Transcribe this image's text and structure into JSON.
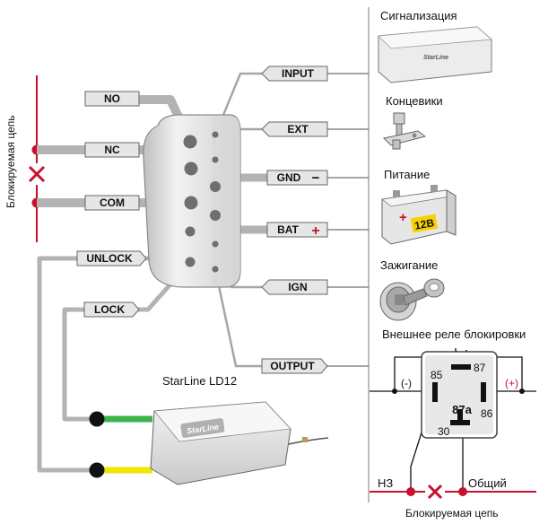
{
  "left_circuit_label": "Блокируемая цепь",
  "bottom_circuit_label": "Блокируемая цепь",
  "left_tags": [
    {
      "id": "no",
      "label": "NO"
    },
    {
      "id": "nc",
      "label": "NC"
    },
    {
      "id": "com",
      "label": "COM"
    },
    {
      "id": "unlock",
      "label": "UNLOCK"
    },
    {
      "id": "lock",
      "label": "LOCK"
    }
  ],
  "right_tags": [
    {
      "id": "input",
      "label": "INPUT",
      "sign": ""
    },
    {
      "id": "ext",
      "label": "EXT",
      "sign": ""
    },
    {
      "id": "gnd",
      "label": "GND",
      "sign": "−"
    },
    {
      "id": "bat",
      "label": "BAT",
      "sign": "+"
    },
    {
      "id": "ign",
      "label": "IGN",
      "sign": ""
    },
    {
      "id": "output",
      "label": "OUTPUT",
      "sign": ""
    }
  ],
  "devices": [
    {
      "id": "alarm",
      "caption": "Сигнализация",
      "logo": "StarLine"
    },
    {
      "id": "switches",
      "caption": "Концевики"
    },
    {
      "id": "power",
      "caption": "Питание",
      "battery_label": "12В",
      "battery_plus": "+"
    },
    {
      "id": "ignition",
      "caption": "Зажигание"
    },
    {
      "id": "relay",
      "caption": "Внешнее реле блокировки"
    }
  ],
  "ld12": {
    "caption": "StarLine LD12",
    "logo": "StarLine"
  },
  "relay": {
    "pins": {
      "p85": "85",
      "p87": "87",
      "p87a": "87a",
      "p86": "86",
      "p30": "30"
    },
    "minus": "(-)",
    "plus": "(+)",
    "nc_label": "НЗ",
    "common_label": "Общий"
  },
  "colors": {
    "wire_gray": "#b3b3b3",
    "bracket_gray": "#999999",
    "red": "#c8102e",
    "green": "#3cb44b",
    "yellow": "#f2e600",
    "tag_fill": "#e6e6e6"
  }
}
